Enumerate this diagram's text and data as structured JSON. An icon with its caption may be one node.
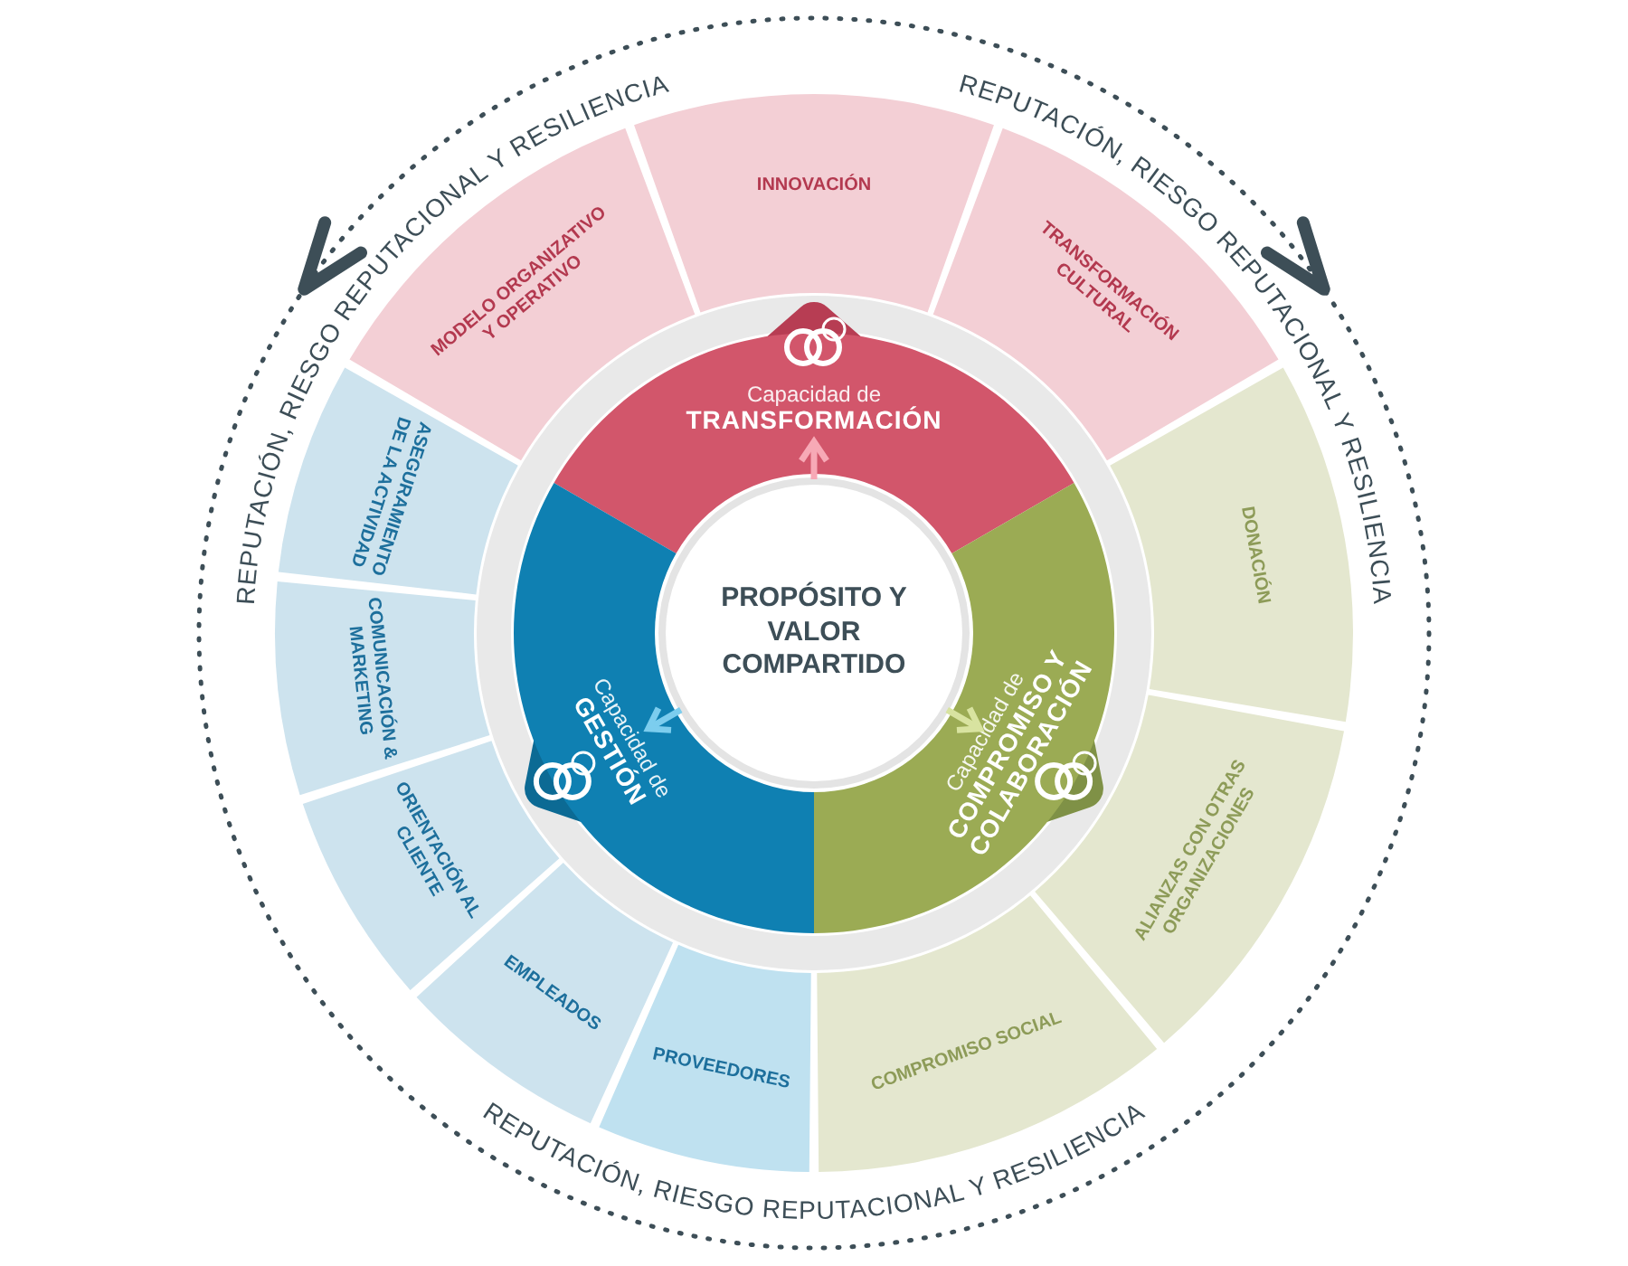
{
  "diagram": {
    "nodes": [
      {
        "text": [
          "MODELO ORGANIZATIVO Y OPERATIVO"
        ]
      },
      {
        "text": [
          "INNOVACIÓN"
        ]
      },
      {
        "text": [
          "TRANSFORMACIÓN CULTURAL"
        ]
      },
      {
        "text": [
          "Capacidad de",
          "TRANSFORMACIÓN"
        ]
      },
      {
        "text": [
          "ASEGURAMIENTO DE LA ACTIVIDAD"
        ]
      },
      {
        "text": [
          "COMUNICACIÓN & MARKETING"
        ]
      },
      {
        "text": [
          "DONACIÓN"
        ]
      },
      {
        "text": [
          "PROPÓSITO Y VALOR COMPARTIDO"
        ]
      },
      {
        "text": [
          "Capacidad de",
          "GESTIÓN"
        ]
      },
      {
        "text": [
          "Capacidad de",
          "COMPROMISO Y COLABORACIÓN"
        ]
      },
      {
        "text": [
          "ORIENTACIÓN AL CLIENTE"
        ]
      },
      {
        "text": [
          "ALIANZAS CON OTRAS ORGANIZACIONES"
        ]
      },
      {
        "text": [
          "EMPLEADOS"
        ]
      },
      {
        "text": [
          "PROVEEDORES"
        ]
      },
      {
        "text": [
          "COMPROMISO SOCIAL"
        ]
      }
    ],
    "edges": [
      {
        "from": 7,
        "to": 3,
        "arrow": "to",
        "color": "#f7a9b6"
      },
      {
        "from": 7,
        "to": 8,
        "arrow": "to",
        "color": "#7ccdee"
      },
      {
        "from": 7,
        "to": 9,
        "arrow": "to",
        "color": "#d8e3a0"
      }
    ],
    "labels": [
      "REPUTACIÓN, RIESGO REPUTACIONAL Y RESILIENCIA",
      "REPUTACIÓN, RIESGO REPUTACIONAL Y RESILIENCIA",
      "REPUTACIÓN, RIESGO REPUTACIONAL Y RESILIENCIA"
    ]
  }
}
